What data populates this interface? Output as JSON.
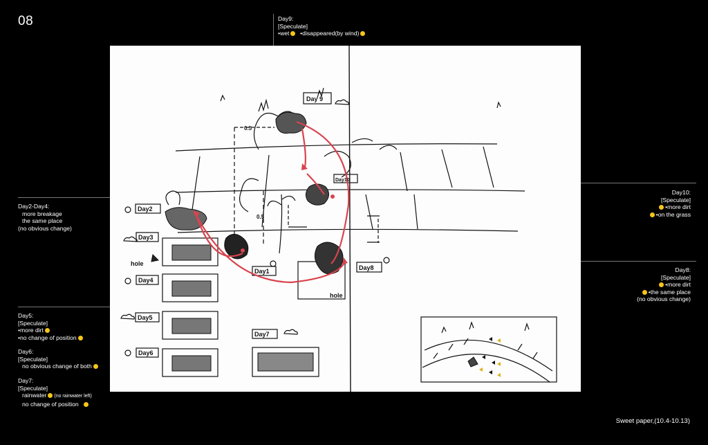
{
  "page_number": "08",
  "caption": "Sweet paper,(10.4-10.13)",
  "colors": {
    "arrow": "#d9434e",
    "emoji": "#f5c518",
    "ink": "#111111"
  },
  "sketch_labels": {
    "day9": "Day 9",
    "day10": "Day10",
    "day2": "Day2",
    "day3": "Day3",
    "day4": "Day4",
    "day5": "Day5",
    "day6": "Day6",
    "day7": "Day7",
    "day8": "Day8",
    "day1": "Day1",
    "hole_left": "hole",
    "hole_right": "hole",
    "dist1": "0.5",
    "dist2": "0.5"
  },
  "notes": {
    "day9": {
      "title": "Day9:",
      "speculate": "[Speculate]",
      "wet": "•wet",
      "wind": "•disappeared(by wind)"
    },
    "day24": {
      "title": "Day2-Day4:",
      "l1": "more breakage",
      "l2": "the same place",
      "l3": "(no obvious change)"
    },
    "day10": {
      "title": "Day10:",
      "speculate": "[Speculate]",
      "l1": "•more dirt",
      "l2": "•on the grass"
    },
    "day8": {
      "title": "Day8:",
      "speculate": "[Speculate]",
      "l1": "•more dirt",
      "l2": "•the same place",
      "l3": "(no obvious change)"
    },
    "day5": {
      "title": "Day5:",
      "speculate": "[Speculate]",
      "l1": "•more dirt",
      "l2": "•no change of position"
    },
    "day6": {
      "title": "Day6:",
      "speculate": "[Speculate]",
      "l1": "no obvious change of both"
    },
    "day7": {
      "title": "Day7:",
      "speculate": "[Speculate]",
      "l1": "rainwater",
      "l1_small": "(no rainwater left)",
      "l2": "no change of position"
    }
  }
}
